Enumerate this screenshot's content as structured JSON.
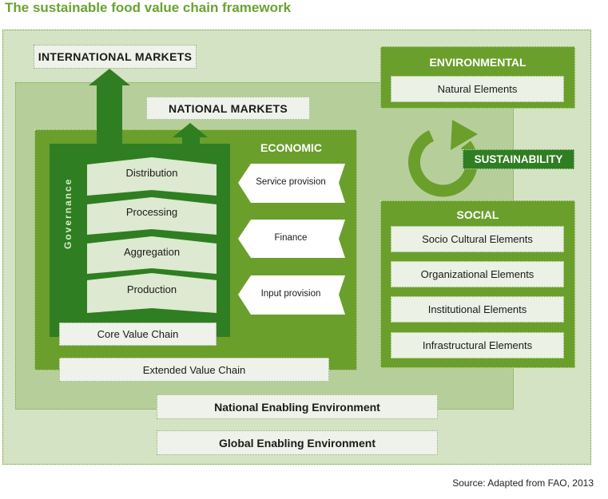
{
  "title": "The sustainable food value chain framework",
  "markets": {
    "international": "INTERNATIONAL MARKETS",
    "national": "NATIONAL MARKETS"
  },
  "economic": {
    "label": "ECONOMIC",
    "governance": "Governance",
    "stages": [
      "Distribution",
      "Processing",
      "Aggregation",
      "Production"
    ],
    "services": [
      "Service provision",
      "Finance",
      "Input provision"
    ],
    "core": "Core Value Chain",
    "extended": "Extended Value Chain"
  },
  "environmental": {
    "label": "ENVIRONMENTAL",
    "items": [
      "Natural Elements"
    ]
  },
  "sustainability": "SUSTAINABILITY",
  "social": {
    "label": "SOCIAL",
    "items": [
      "Socio Cultural Elements",
      "Organizational Elements",
      "Institutional Elements",
      "Infrastructural Elements"
    ]
  },
  "enabling": {
    "national": "National Enabling Environment",
    "global": "Global Enabling Environment"
  },
  "source": "Source: Adapted from FAO, 2013",
  "colors": {
    "dark_green": "#2f7e22",
    "mid_green": "#6a9f2c",
    "light_green": "#b6cf9a",
    "pale_green": "#d4e3c3",
    "title_green": "#6aa232"
  }
}
